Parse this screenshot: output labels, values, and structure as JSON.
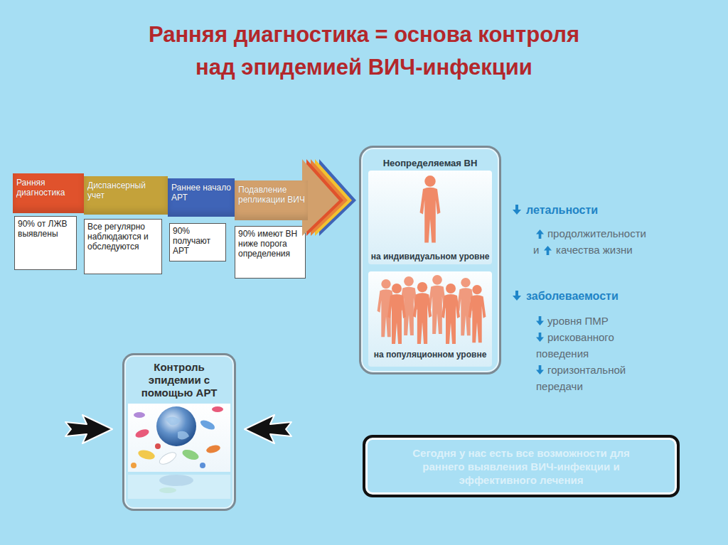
{
  "diagram": {
    "title": "Ранняя диагностика = основа контроля над эпидемией ВИЧ-инфекции",
    "nodes": [
      {
        "text": [
          "Ранняя диагностика"
        ]
      },
      {
        "text": [
          "Диспансерный учет"
        ]
      },
      {
        "text": [
          "Раннее начало АРТ"
        ]
      },
      {
        "text": [
          "Подавление репликации ВИЧ"
        ]
      },
      {
        "text": [
          "90% от ЛЖВ выявлены"
        ]
      },
      {
        "text": [
          "Все регулярно наблюдаются и обследуются"
        ]
      },
      {
        "text": [
          "90% получают АРТ"
        ]
      },
      {
        "text": [
          "90% имеют ВН ниже порога определения"
        ]
      },
      {
        "text": [
          "Неопределяемая ВН",
          "на индивидуальном уровне",
          "на популяционном уровне"
        ]
      },
      {
        "text": [
          "Контроль эпидемии с помощью АРТ"
        ]
      },
      {
        "text": [
          "Сегодня у нас есть все возможности для раннего выявления ВИЧ-инфекции и эффективного лечения"
        ]
      }
    ],
    "edges": [
      {
        "from": 3,
        "to": 8,
        "arrow": "to"
      }
    ],
    "labels": [
      "летальности",
      "продолжительности",
      "и",
      "качества жизни",
      "заболеваемости",
      "уровня ПМР",
      "рискованного поведения",
      "горизонтальной передачи"
    ]
  }
}
